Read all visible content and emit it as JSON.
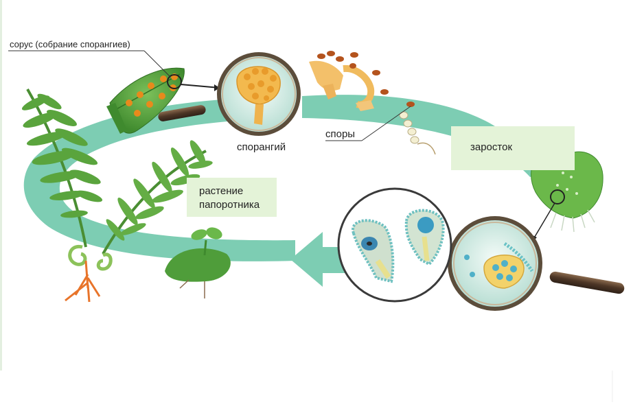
{
  "labels": {
    "sorus": "сорус (собрание спорангиев)",
    "sporangium": "спорангий",
    "spores": "споры",
    "prothallus": "заросток",
    "fern_line1": "растение",
    "fern_line2": "папоротника"
  },
  "colors": {
    "cycle_arrow": "#7dcdb3",
    "leaf_green": "#4f9d3a",
    "label_box": "#e4f3d8",
    "sorus_orange": "#e88a1c",
    "spore_brown": "#b4531d",
    "lens_frame": "#6b5b45",
    "handle": "#5a4433"
  }
}
